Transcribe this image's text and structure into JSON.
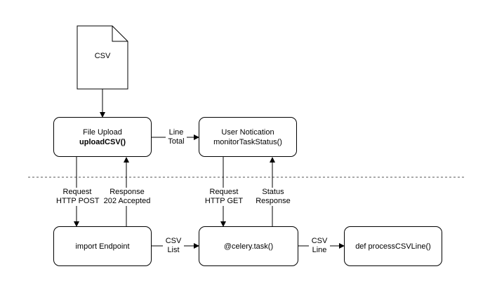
{
  "document": {
    "label": "CSV"
  },
  "boxes": {
    "file_upload": {
      "line1": "File Upload",
      "line2": "uploadCSV()"
    },
    "user_notification": {
      "line1": "User Notication",
      "line2": "monitorTaskStatus()"
    },
    "import_endpoint": {
      "line1": "import Endpoint"
    },
    "celery_task": {
      "line1": "@celery.task()"
    },
    "process_csv_line": {
      "line1": "def processCSVLine()"
    }
  },
  "edge_labels": {
    "line_total": {
      "line1": "Line",
      "line2": "Total"
    },
    "request_post": {
      "line1": "Request",
      "line2": "HTTP POST"
    },
    "response_202": {
      "line1": "Response",
      "line2": "202 Accepted"
    },
    "request_get": {
      "line1": "Request",
      "line2": "HTTP GET"
    },
    "status_response": {
      "line1": "Status",
      "line2": "Response"
    },
    "csv_list": {
      "line1": "CSV",
      "line2": "List"
    },
    "csv_line": {
      "line1": "CSV",
      "line2": "Line"
    }
  }
}
